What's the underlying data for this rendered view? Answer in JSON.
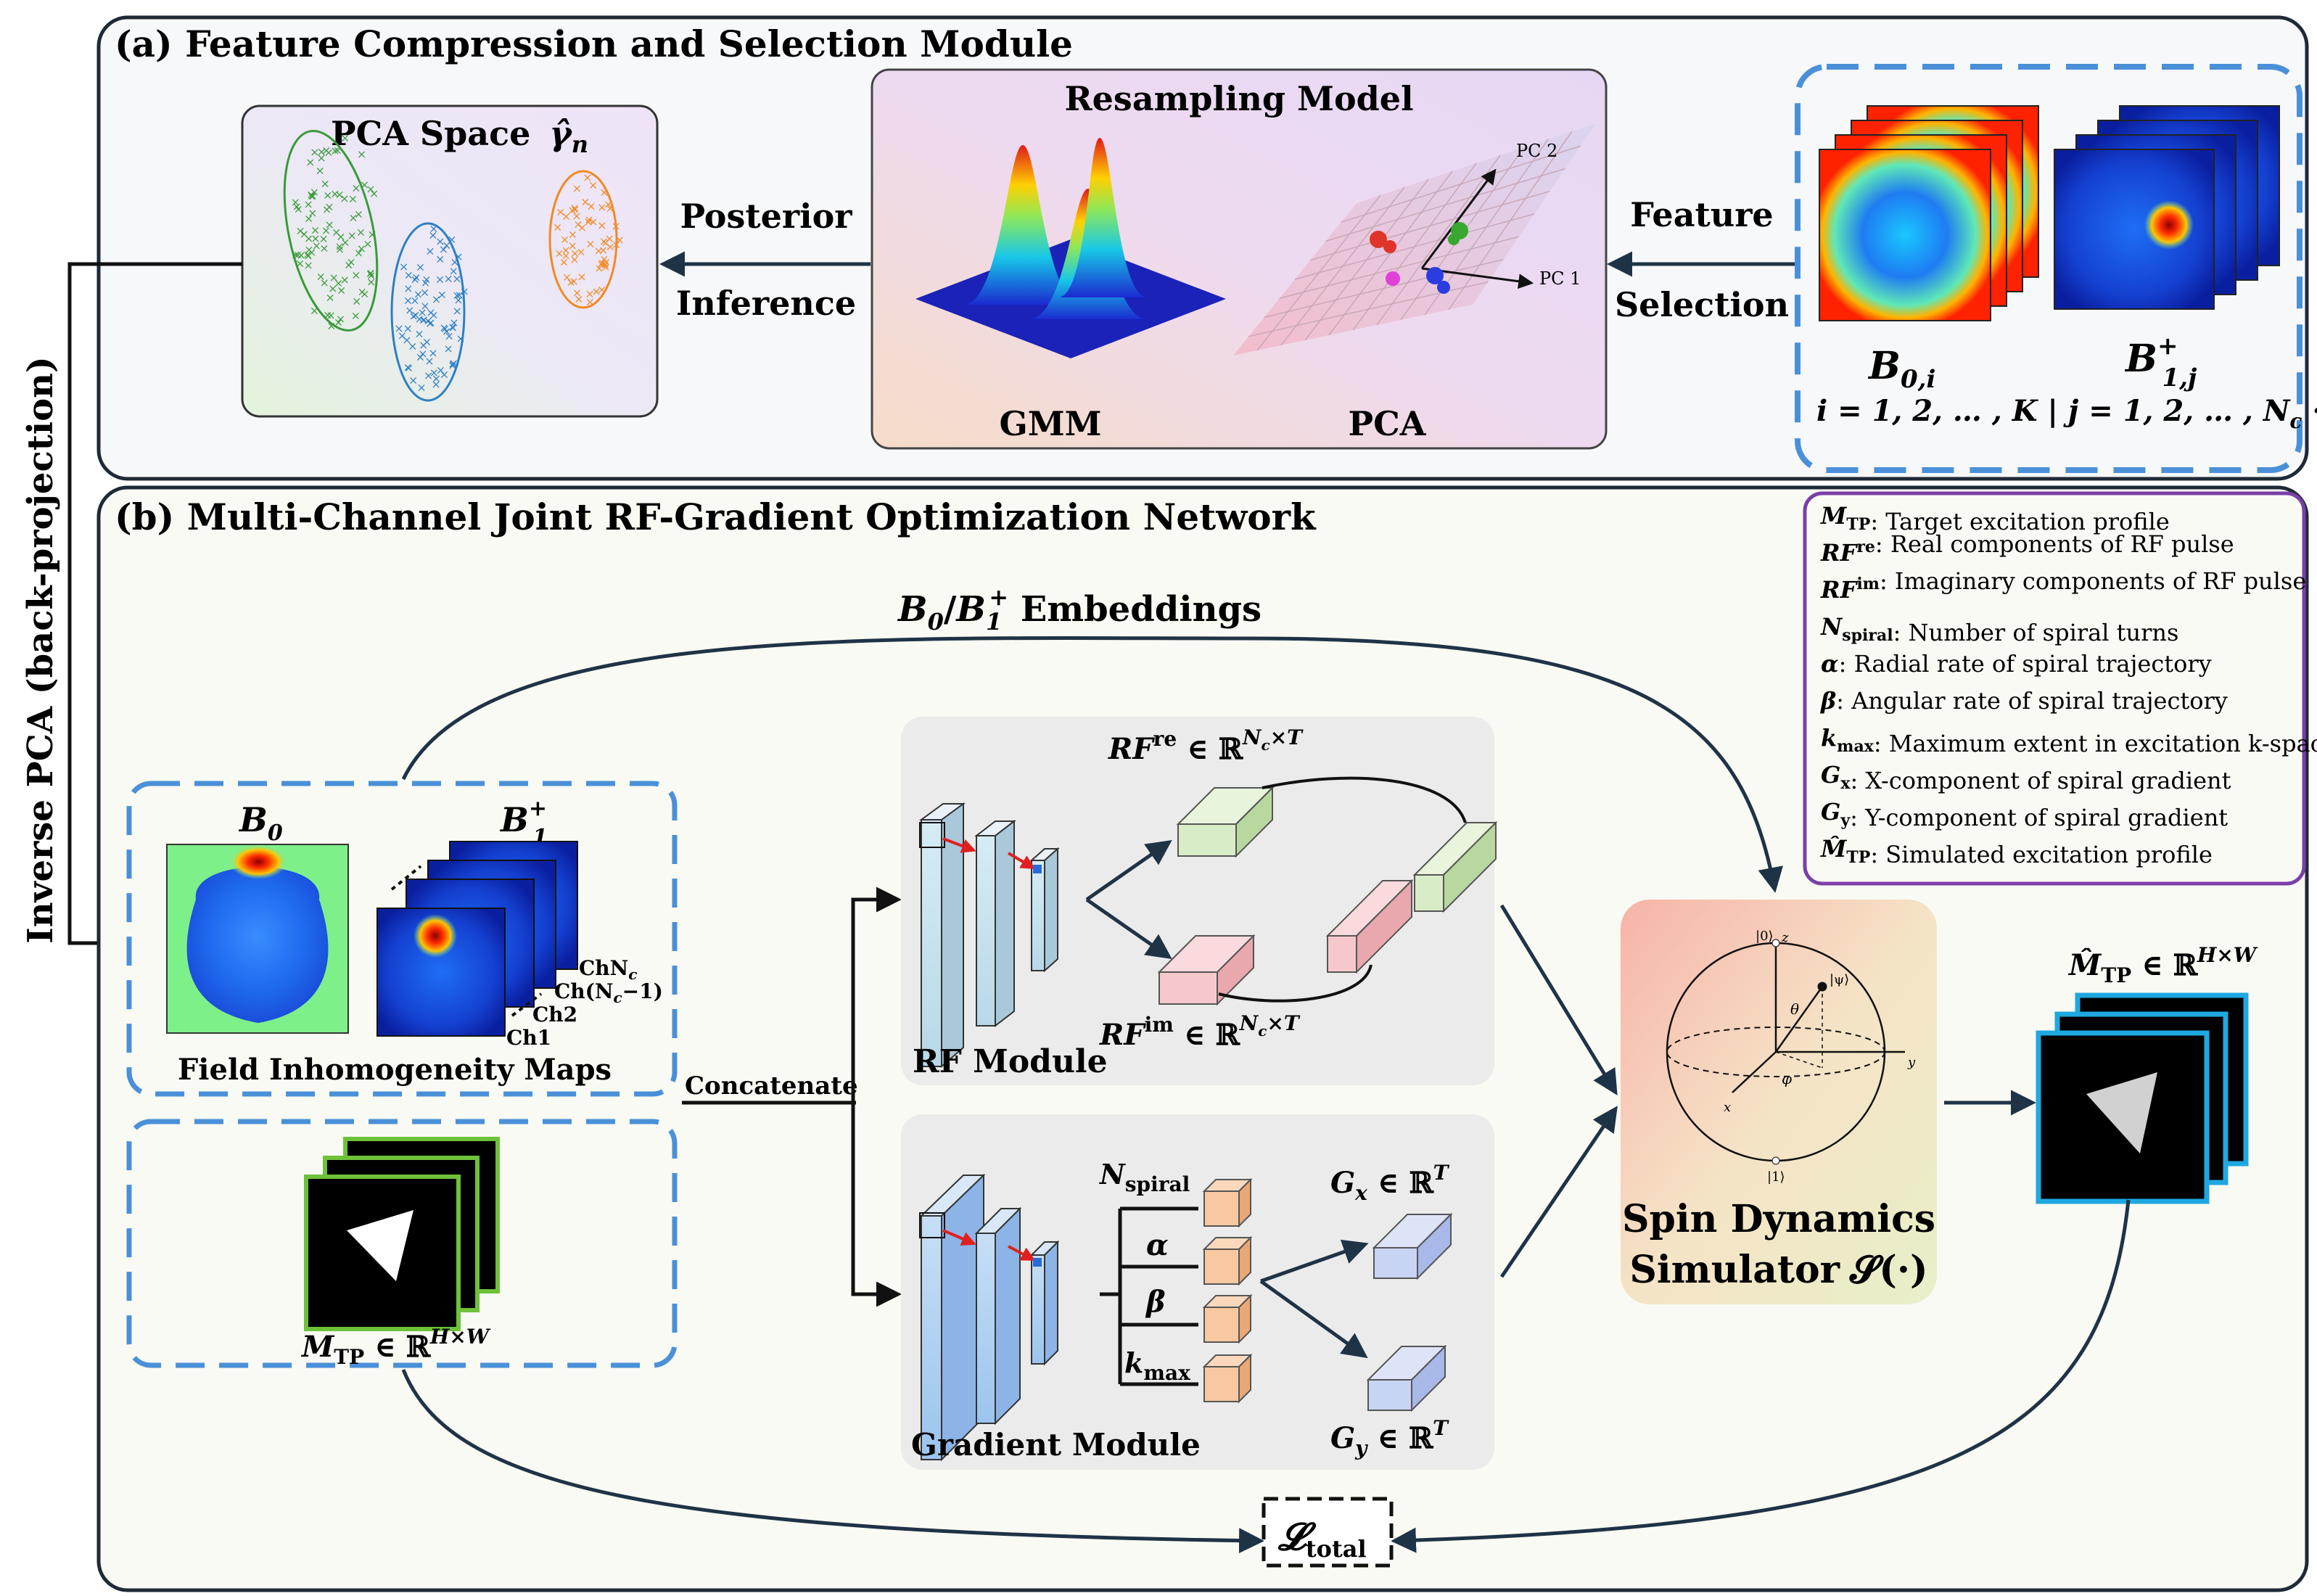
{
  "panel_a": {
    "title": "(a) Feature Compression and Selection Module",
    "pca_space": {
      "title": "PCA Space",
      "symbol": "γ̂",
      "subscript": "n"
    },
    "posterior": {
      "line1": "Posterior",
      "line2": "Inference"
    },
    "resampling": {
      "title": "Resampling Model",
      "gmm": "GMM",
      "pca": "PCA",
      "pc1": "PC 1",
      "pc2": "PC 2"
    },
    "feature": {
      "line1": "Feature",
      "line2": "Selection"
    },
    "maps": {
      "b0": "B",
      "b0_sub": "0,i",
      "b1": "B",
      "b1_sup": "+",
      "b1_sub": "1,j",
      "index_text": "i = 1, 2, … , K | j = 1, 2, … , N",
      "index_sub": "c",
      "index_tail": " · K"
    }
  },
  "side_label": "Inverse PCA (back-projection)",
  "panel_b": {
    "title": "(b) Multi-Channel Joint RF-Gradient Optimization Network",
    "embeddings": {
      "b": "B",
      "s0": "0",
      "slash": "/",
      "s1": "1",
      "plus": "+",
      "text": " Embeddings"
    },
    "field_maps": {
      "caption": "Field Inhomogeneity Maps",
      "b0": "B",
      "b0_sub": "0",
      "b1": "B",
      "b1_sub": "1",
      "b1_sup": "+",
      "ch_nc": "ChN",
      "ch_nc_sub": "c",
      "ch_nc1": "Ch(N",
      "ch_nc1_sub": "c",
      "ch_nc1_tail": "−1)",
      "ch2": "Ch2",
      "ch1": "Ch1"
    },
    "mtp": {
      "m": "M",
      "sub": "TP",
      "space": " ∈ ℝ",
      "sup": "H×W"
    },
    "concatenate": "Concatenate",
    "rf_module": {
      "label": "RF Module",
      "re": "RF",
      "re_sup": "re",
      "im": "RF",
      "im_sup": "im",
      "in": " ∈ ℝ",
      "dim_sup_n": "N",
      "dim_sup_c": "c",
      "dim_sup_t": "×T"
    },
    "gradient_module": {
      "label": "Gradient Module",
      "nspiral": "N",
      "nspiral_sub": "spiral",
      "alpha": "α",
      "beta": "β",
      "kmax": "k",
      "kmax_sub": "max",
      "gx": "G",
      "gx_sub": "x",
      "gy": "G",
      "gy_sub": "y",
      "in": " ∈ ℝ",
      "sup_t": "T"
    },
    "simulator": {
      "line1": "Spin Dynamics",
      "line2": "Simulator",
      "symbol": "𝓢(·)",
      "ket0": "|0⟩",
      "ket1": "|1⟩",
      "ketpsi": "|ψ⟩",
      "theta": "θ",
      "phi": "φ",
      "z": "z",
      "y": "y",
      "x": "x"
    },
    "mhat": {
      "m": "M̂",
      "sub": "TP",
      "space": " ∈ ℝ",
      "sup": "H×W"
    },
    "loss": {
      "symbol": "𝓛",
      "sub": "total"
    }
  },
  "legend": [
    {
      "sym": "M",
      "sub": "TP",
      "sup": "",
      "text": ": Target excitation profile"
    },
    {
      "sym": "RF",
      "sub": "",
      "sup": "re",
      "text": ": Real components of RF pulse"
    },
    {
      "sym": "RF",
      "sub": "",
      "sup": "im",
      "text": ": Imaginary components of RF pulse"
    },
    {
      "sym": "N",
      "sub": "spiral",
      "sup": "",
      "text": ": Number of spiral turns"
    },
    {
      "sym": "α",
      "sub": "",
      "sup": "",
      "text": ": Radial rate of spiral trajectory"
    },
    {
      "sym": "β",
      "sub": "",
      "sup": "",
      "text": ": Angular rate of spiral trajectory"
    },
    {
      "sym": "k",
      "sub": "max",
      "sup": "",
      "text": ": Maximum extent in excitation k-space"
    },
    {
      "sym": "G",
      "sub": "x",
      "sup": "",
      "text": ": X-component of spiral gradient"
    },
    {
      "sym": "G",
      "sub": "y",
      "sup": "",
      "text": ": Y-component of spiral gradient"
    },
    {
      "sym": "M̂",
      "sub": "TP",
      "sup": "",
      "text": ": Simulated excitation profile"
    }
  ],
  "colors": {
    "dashed_blue": "#4a90d9",
    "arrow": "#1f3347",
    "legend_border": "#7a3fa8",
    "cluster_green": "#3a9a3a",
    "cluster_blue": "#2e7fc4",
    "cluster_orange": "#f08a24"
  }
}
